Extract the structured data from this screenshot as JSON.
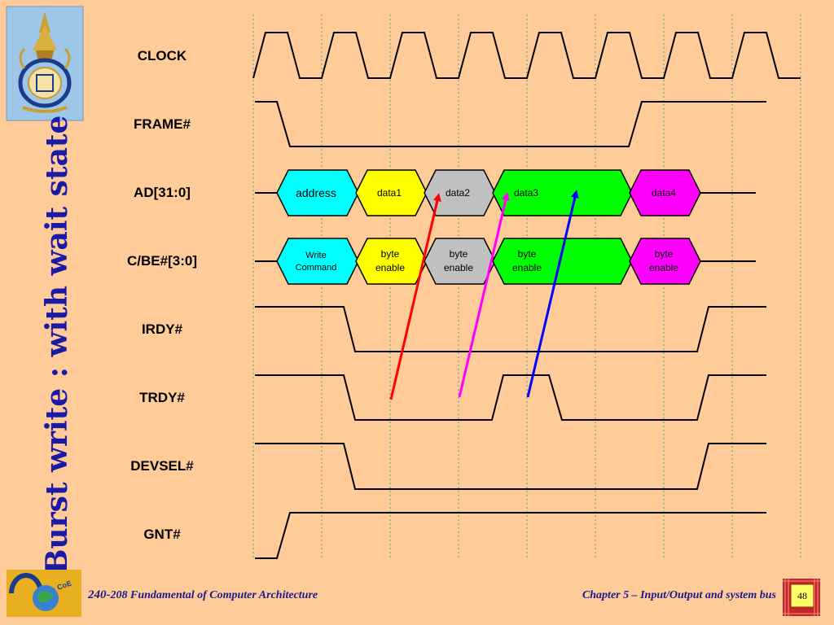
{
  "slide": {
    "title": "Burst write : with wait state",
    "footer_left_num": "240-",
    "footer_left_text": "208 Fundamental of Computer Architecture",
    "footer_right": "Chapter 5 – Input/Output and system bus",
    "page_number": "48"
  },
  "signals": [
    {
      "id": "clock",
      "label": "CLOCK"
    },
    {
      "id": "frame",
      "label": "FRAME#"
    },
    {
      "id": "ad",
      "label": "AD[31:0]"
    },
    {
      "id": "cbe",
      "label": "C/BE#[3:0]"
    },
    {
      "id": "irdy",
      "label": "IRDY#"
    },
    {
      "id": "trdy",
      "label": "TRDY#"
    },
    {
      "id": "devsel",
      "label": "DEVSEL#"
    },
    {
      "id": "gnt",
      "label": "GNT#"
    }
  ],
  "ad_segments": [
    {
      "line1": "address",
      "color": "#00FFFF"
    },
    {
      "line1": "data1",
      "color": "#FFFF00"
    },
    {
      "line1": "data2",
      "color": "#C0C0C0"
    },
    {
      "line1": "data3",
      "color": "#00FF00"
    },
    {
      "line1": "data4",
      "color": "#FF00FF"
    }
  ],
  "cbe_segments": [
    {
      "line1": "Write",
      "line2": "Command",
      "color": "#00FFFF"
    },
    {
      "line1": "byte",
      "line2": "enable",
      "color": "#FFFF00"
    },
    {
      "line1": "byte",
      "line2": "enable",
      "color": "#C0C0C0"
    },
    {
      "line1": "byte",
      "line2": "enable",
      "color": "#00FF00"
    },
    {
      "line1": "byte",
      "line2": "enable",
      "color": "#FF00FF"
    }
  ],
  "colors": {
    "background": "#FFCC99",
    "arrow1": "#FF0000",
    "arrow2": "#FF00FF",
    "arrow3": "#0000FF",
    "title": "#1a1aa6",
    "footer": "#1a1a8c"
  }
}
